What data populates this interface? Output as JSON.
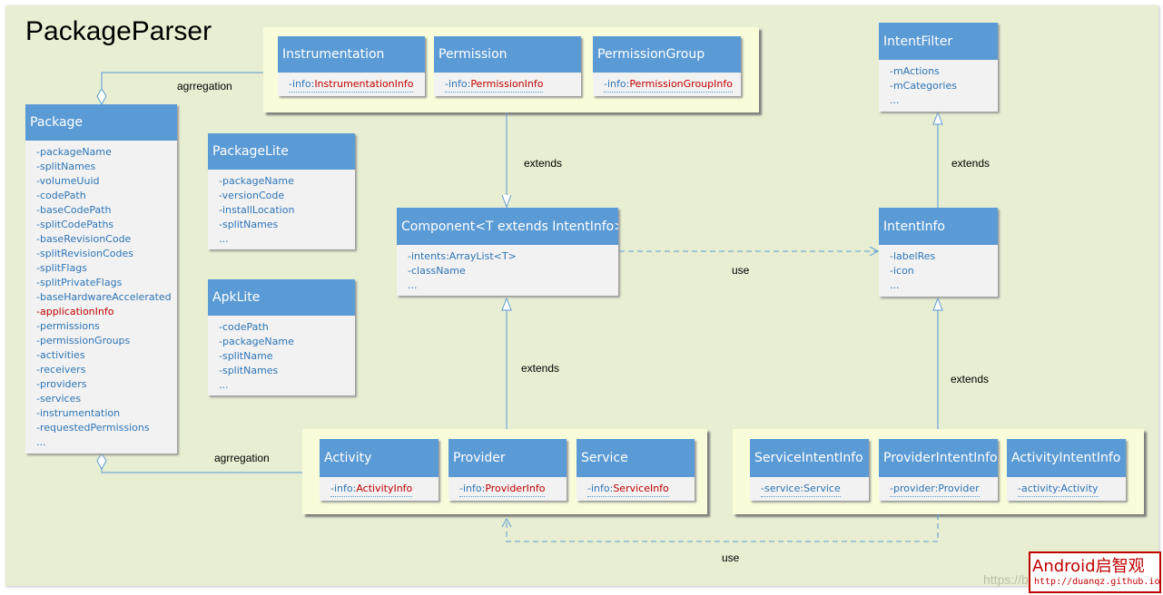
{
  "title": "PackageParser",
  "labels": {
    "agg_top": "agrregation",
    "agg_bottom": "agrregation",
    "ext_permission_component": "extends",
    "ext_intentinfo_filter": "extends",
    "ext_component_activity": "extends",
    "ext_intentinfo_service": "extends",
    "use_component_intentinfo": "use",
    "use_bottom": "use"
  },
  "classes": {
    "instrumentation": {
      "name": "Instrumentation",
      "fields": [
        {
          "prefix": "-info:",
          "type": "InstrumentationInfo"
        }
      ]
    },
    "permission": {
      "name": "Permission",
      "fields": [
        {
          "prefix": "-info:",
          "type": "PermissionInfo"
        }
      ]
    },
    "permissiongroup": {
      "name": "PermissionGroup",
      "fields": [
        {
          "prefix": "-info:",
          "type": "PermissionGroupInfo"
        }
      ]
    },
    "package": {
      "name": "Package",
      "fields": [
        "-packageName",
        "-splitNames",
        "-volumeUuid",
        "-codePath",
        "-baseCodePath",
        "-splitCodePaths",
        "-baseRevisionCode",
        "-splitRevisionCodes",
        "-splitFlags",
        "-splitPrivateFlags",
        "-baseHardwareAccelerated",
        "-applicationInfo",
        "-permissions",
        "-permissionGroups",
        "-activities",
        "-receivers",
        "-providers",
        "-services",
        "-instrumentation",
        "-requestedPermissions",
        "..."
      ]
    },
    "packagelite": {
      "name": "PackageLite",
      "fields": [
        "-packageName",
        "-versionCode",
        "-installLocation",
        "-splitNames",
        "..."
      ]
    },
    "apklite": {
      "name": "ApkLite",
      "fields": [
        "-codePath",
        "-packageName",
        "-splitName",
        "-splitNames",
        "..."
      ]
    },
    "component": {
      "name": "Component<T extends IntentInfo>",
      "fields": [
        "-intents:ArrayList<T>",
        "-className",
        "..."
      ]
    },
    "intentfilter": {
      "name": "IntentFilter",
      "fields": [
        "-mActions",
        "-mCategories",
        "..."
      ]
    },
    "intentinfo": {
      "name": "IntentInfo",
      "fields": [
        "-labelRes",
        "-icon",
        "..."
      ]
    },
    "activity": {
      "name": "Activity",
      "fields": [
        {
          "prefix": "-info:",
          "type": "ActivityInfo"
        }
      ]
    },
    "provider": {
      "name": "Provider",
      "fields": [
        {
          "prefix": "-info:",
          "type": "ProviderInfo"
        }
      ]
    },
    "service": {
      "name": "Service",
      "fields": [
        {
          "prefix": "-info:",
          "type": "ServiceInfo"
        }
      ]
    },
    "serviceintentinfo": {
      "name": "ServiceIntentInfo",
      "fields": [
        "-service:Service"
      ]
    },
    "providerintentinfo": {
      "name": "ProviderIntentInfo",
      "fields": [
        "-provider:Provider"
      ]
    },
    "activityintentinfo": {
      "name": "ActivityIntentInfo",
      "fields": [
        "-activity:Activity"
      ]
    }
  },
  "colors": {
    "header": "#5b9bd5",
    "field": "#2e75b6",
    "type": "#c00000",
    "background": "#e7eed2",
    "group": "#f8fcd8",
    "line": "#5b9bd5"
  },
  "watermark": {
    "brand": "Android启智观",
    "site": "http://duanqz.github.io",
    "url": "https://blog.csdn.net/..."
  }
}
